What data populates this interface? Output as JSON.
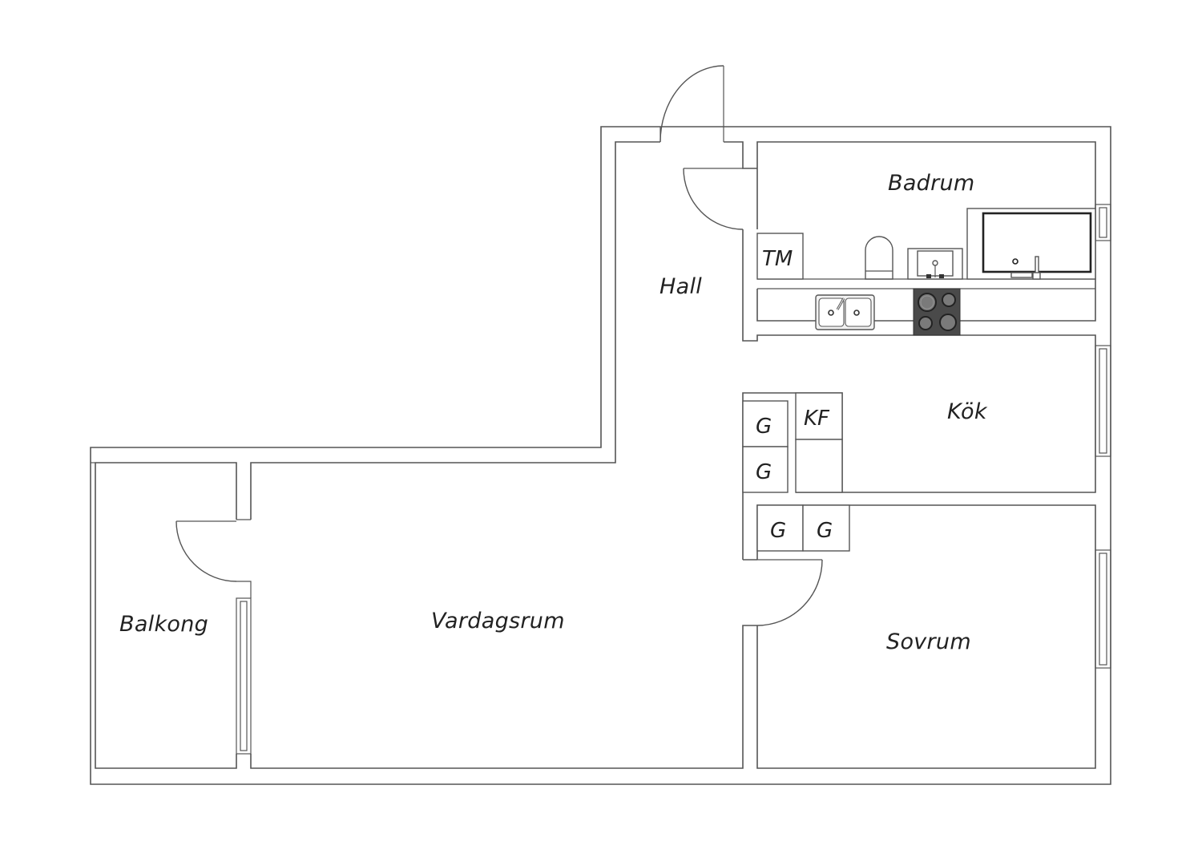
{
  "diagram": {
    "type": "floor-plan",
    "rooms": [
      {
        "id": "badrum",
        "label": "Badrum"
      },
      {
        "id": "hall",
        "label": "Hall"
      },
      {
        "id": "kok",
        "label": "Kök"
      },
      {
        "id": "vardagsrum",
        "label": "Vardagsrum"
      },
      {
        "id": "sovrum",
        "label": "Sovrum"
      },
      {
        "id": "balkong",
        "label": "Balkong"
      }
    ],
    "fixtures": {
      "washing_machine": "TM",
      "fridge_freezer": "KF",
      "wardrobes": [
        "G",
        "G",
        "G",
        "G"
      ],
      "other": [
        "toilet",
        "washbasin",
        "bathtub",
        "double-sink",
        "stove-hob"
      ]
    },
    "colors": {
      "line": "#555555",
      "text": "#222222",
      "hob": "#4a4a4a",
      "background": "#ffffff"
    }
  }
}
